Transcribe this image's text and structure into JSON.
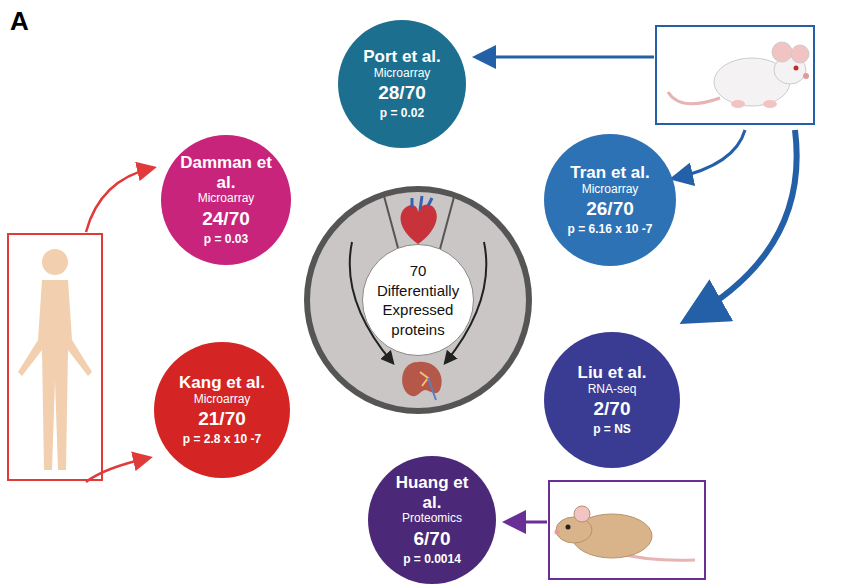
{
  "diagram": {
    "nodes": [
      {
        "text": [
          "Port et al.",
          "Microarray",
          "28/70",
          "p = 0.02"
        ]
      },
      {
        "text": [
          "Damman et al.",
          "Microarray",
          "24/70",
          "p = 0.03"
        ]
      },
      {
        "text": [
          "Tran et al.",
          "Microarray",
          "26/70",
          "p = 6.16 x 10 -7"
        ]
      },
      {
        "text": [
          "70 Differentially Expressed proteins"
        ]
      },
      {
        "text": [
          "Kang et al.",
          "Microarray",
          "21/70",
          "p = 2.8 x 10 -7"
        ]
      },
      {
        "text": [
          "Liu et al.",
          "RNA-seq",
          "2/70",
          "p = NS"
        ]
      },
      {
        "text": [
          "Huang et al.",
          "Proteomics",
          "6/70",
          "p = 0.0014"
        ]
      }
    ],
    "labels": [
      "A"
    ]
  }
}
